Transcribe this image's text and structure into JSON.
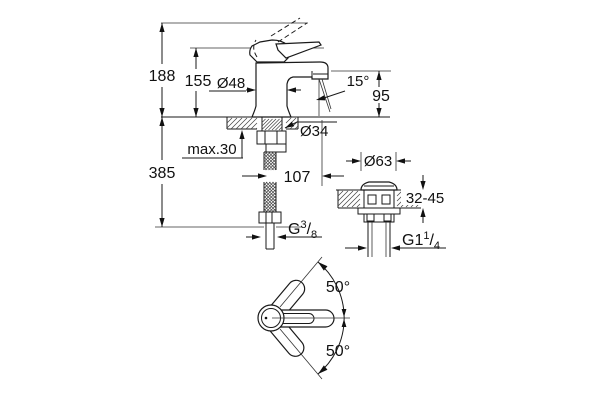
{
  "meta": {
    "title": "Single-lever basin mixer installation drawing",
    "background": "#ffffff",
    "line_color": "#1a1a1a",
    "hatch_color": "#444444"
  },
  "front_view": {
    "overall_height": "188",
    "body_height": "155",
    "spout_height": "95",
    "base_diameter": "Ø48",
    "hole_diameter": "Ø34",
    "max_deck_thickness": "max.30",
    "below_deck_length": "385",
    "spout_projection": "107",
    "aerator_angle": "15°",
    "supply_thread": {
      "base": "G",
      "sup": "3",
      "slash": "/",
      "sub": "8"
    }
  },
  "waste_view": {
    "flange_diameter": "Ø63",
    "deck_thickness_range": "32-45",
    "waste_thread": {
      "base": "G1",
      "sup": "1",
      "slash": "/",
      "sub": "4"
    }
  },
  "top_view": {
    "lever_swing_up": "50°",
    "lever_swing_down": "50°"
  }
}
